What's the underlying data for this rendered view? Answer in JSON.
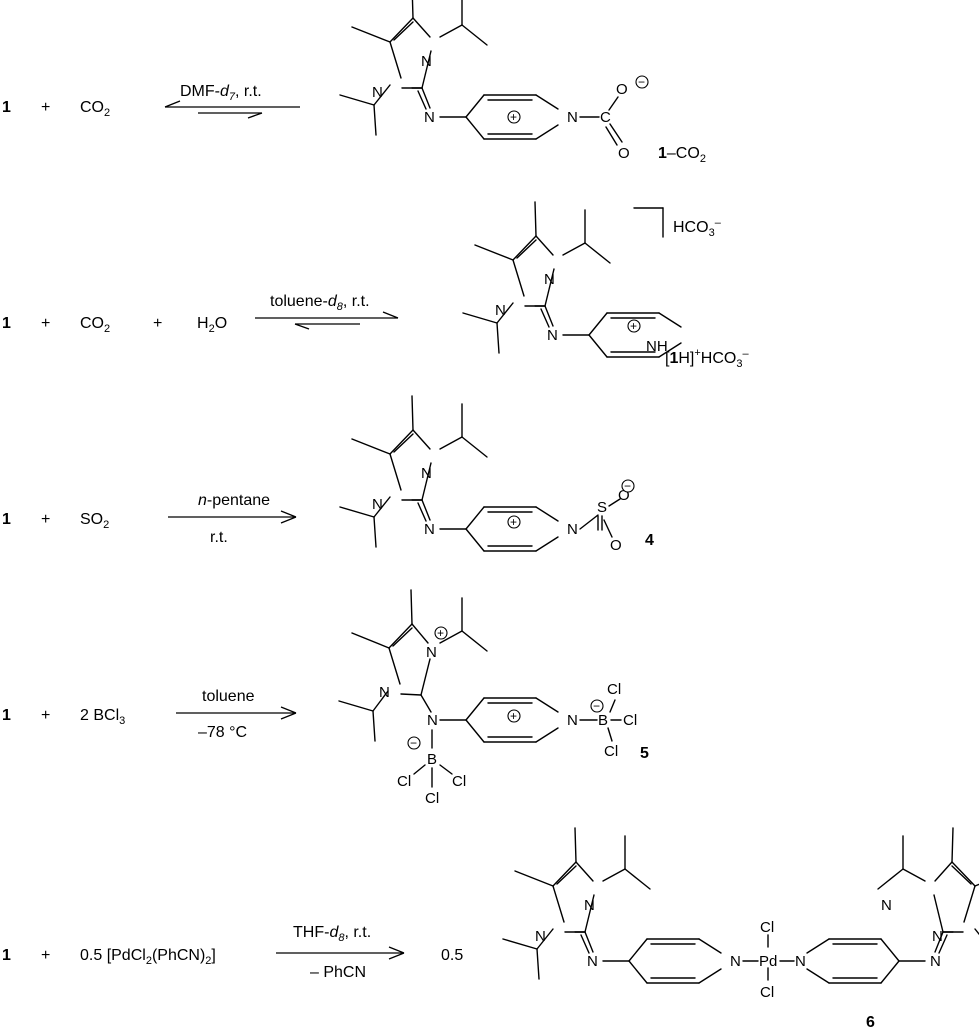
{
  "reactions": [
    {
      "reactants": [
        "1",
        "+",
        "CO2"
      ],
      "conditions_above": "DMF-d7, r.t.",
      "conditions_below": "",
      "arrow": "equilibrium-left",
      "product_label": "1–CO2"
    },
    {
      "reactants": [
        "1",
        "+",
        "CO2",
        "+",
        "H2O"
      ],
      "conditions_above": "toluene-d8, r.t.",
      "conditions_below": "",
      "arrow": "equilibrium-right",
      "counter_ion": "HCO3–",
      "product_label": "[1H]+HCO3–"
    },
    {
      "reactants": [
        "1",
        "+",
        "SO2"
      ],
      "conditions_above": "n-pentane",
      "conditions_below": "r.t.",
      "arrow": "forward",
      "product_label": "4"
    },
    {
      "reactants": [
        "1",
        "+",
        "2 BCl3"
      ],
      "conditions_above": "toluene",
      "conditions_below": "–78 °C",
      "arrow": "forward",
      "product_label": "5"
    },
    {
      "reactants": [
        "1",
        "+",
        "0.5 [PdCl2(PhCN)2]"
      ],
      "conditions_above": "THF-d8, r.t.",
      "conditions_below": "– PhCN",
      "arrow": "forward",
      "coefficient": "0.5",
      "product_label": "6"
    }
  ],
  "atoms": {
    "N": "N",
    "O": "O",
    "C": "C",
    "S": "S",
    "B": "B",
    "Cl": "Cl",
    "Pd": "Pd",
    "H": "H"
  },
  "charges": {
    "plus": "+",
    "minus": "−"
  },
  "colors": {
    "ink": "#000000",
    "background": "#ffffff"
  }
}
